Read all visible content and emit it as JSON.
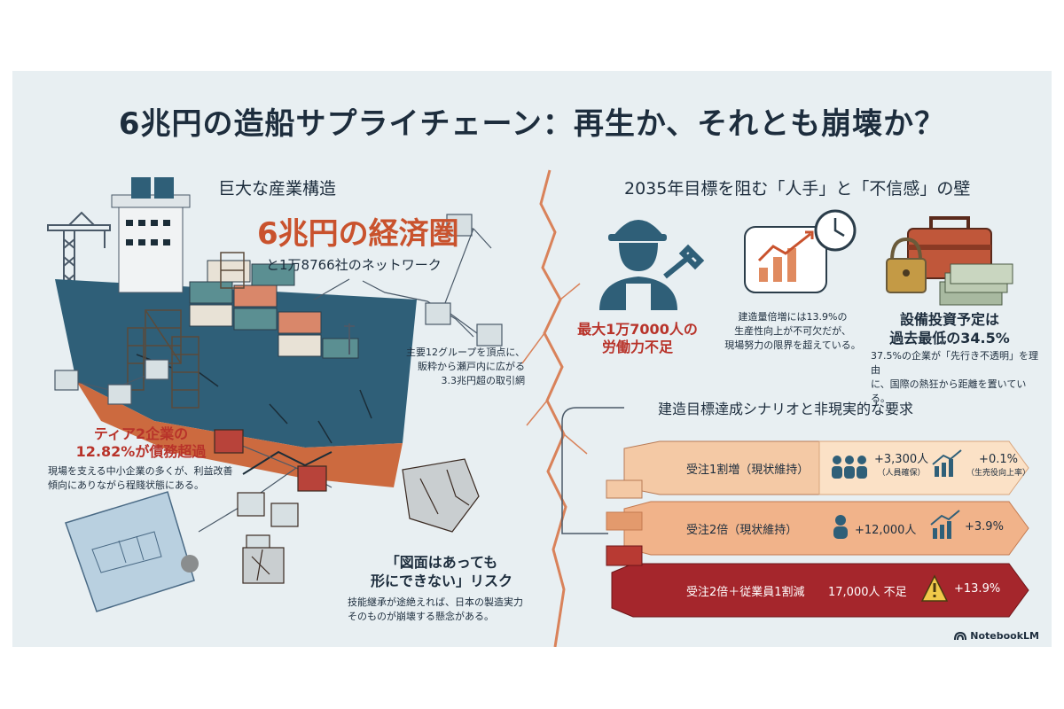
{
  "title": "6兆円の造船サプライチェーン：再生か、それとも崩壊か？",
  "left": {
    "section_heading": "巨大な産業構造",
    "headline": "6兆円の経済圏",
    "subheadline": "と1万8766社のネットワーク",
    "network_note": [
      "主要12グループを頂点に、",
      "販粋から瀬戸内に広がる",
      "3.3兆円超の取引網"
    ],
    "tier2_heading": [
      "ティア2企業の",
      "12.82%が債務超過"
    ],
    "tier2_note": [
      "現場を支える中小企業の多くが、利益改善",
      "傾向にありながら程賤状態にある。"
    ],
    "risk_heading": [
      "「図面はあっても",
      "形にできない」リスク"
    ],
    "risk_note": [
      "技能継承が途絶えれば、日本の製造実力",
      "そのものが崩壊する懸念がある。"
    ]
  },
  "right": {
    "section_heading": "2035年目標を阻む「人手」と「不信感」の壁",
    "labor_heading": [
      "最大1万7000人の",
      "労働力不足"
    ],
    "productivity_note": [
      "建造量倍増には13.9%の",
      "生産性向上が不可欠だが、",
      "現場努力の限界を超えている。"
    ],
    "capex_heading": [
      "設備投資予定は",
      "過去最低の34.5%"
    ],
    "capex_note": [
      "37.5%の企業が「先行き不透明」を理由",
      "に、国際の熱狂から距離を置いている。"
    ],
    "scenario_heading": "建造目標達成シナリオと非現実的な要求",
    "scenarios": [
      {
        "label": "受注1割増（現状維持）",
        "people": "+3,300人",
        "people_note": "（人員確保）",
        "productivity": "+0.1%",
        "productivity_note": "（生売役向上率）"
      },
      {
        "label": "受注2倍（現状維持）",
        "people": "+12,000人",
        "productivity": "+3.9%"
      },
      {
        "label": "受注2倍＋従業員1割減",
        "people": "17,000人 不足",
        "productivity": "+13.9%"
      }
    ]
  },
  "brand": "NotebookLM",
  "colors": {
    "accent_red": "#c9522d",
    "dark_red": "#a5262c",
    "peach": "#f4c9a5",
    "orange": "#e39a6d",
    "ship_hull": "#2f5f78"
  }
}
